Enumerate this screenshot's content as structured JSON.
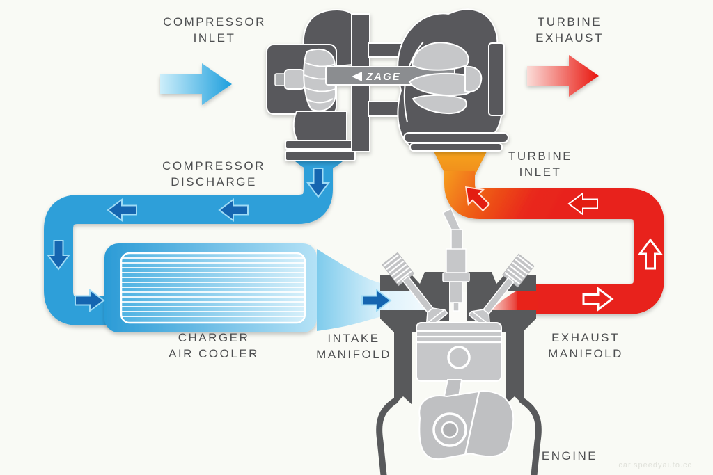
{
  "diagram_title": "turbocharger-air-flow-diagram",
  "labels": {
    "compressor_inlet": "COMPRESSOR\nINLET",
    "turbine_exhaust": "TURBINE\nEXHAUST",
    "compressor_discharge": "COMPRESSOR\nDISCHARGE",
    "turbine_inlet": "TURBINE\nINLET",
    "charger_air_cooler": "CHARGER\nAIR COOLER",
    "intake_manifold": "INTAKE\nMANIFOLD",
    "exhaust_manifold": "EXHAUST\nMANIFOLD",
    "engine": "ENGINE"
  },
  "brand": {
    "shaft_logo": "ZAGE"
  },
  "watermark": "car.speedyauto.cc",
  "colors": {
    "background": "#f9faf5",
    "cold_air_pipe": "#2d9fd9",
    "cold_arrow_dark": "#1565b0",
    "hot_gas_red": "#e8231a",
    "turbine_inlet_orange": "#f6a41f",
    "component_dark_gray": "#58595b",
    "component_light_gray": "#c6c7c9",
    "label_text": "#4d4e50"
  },
  "flows": {
    "cold_path": [
      "compressor inlet",
      "compressor",
      "compressor discharge",
      "charger air cooler",
      "intake manifold",
      "engine"
    ],
    "hot_path": [
      "engine",
      "exhaust manifold",
      "turbine inlet",
      "turbine",
      "turbine exhaust"
    ],
    "cold_arrow_directions": [
      "right",
      "down",
      "left",
      "left",
      "down",
      "right",
      "right"
    ],
    "hot_arrow_directions": [
      "right",
      "up",
      "left",
      "up-left",
      "right"
    ]
  }
}
